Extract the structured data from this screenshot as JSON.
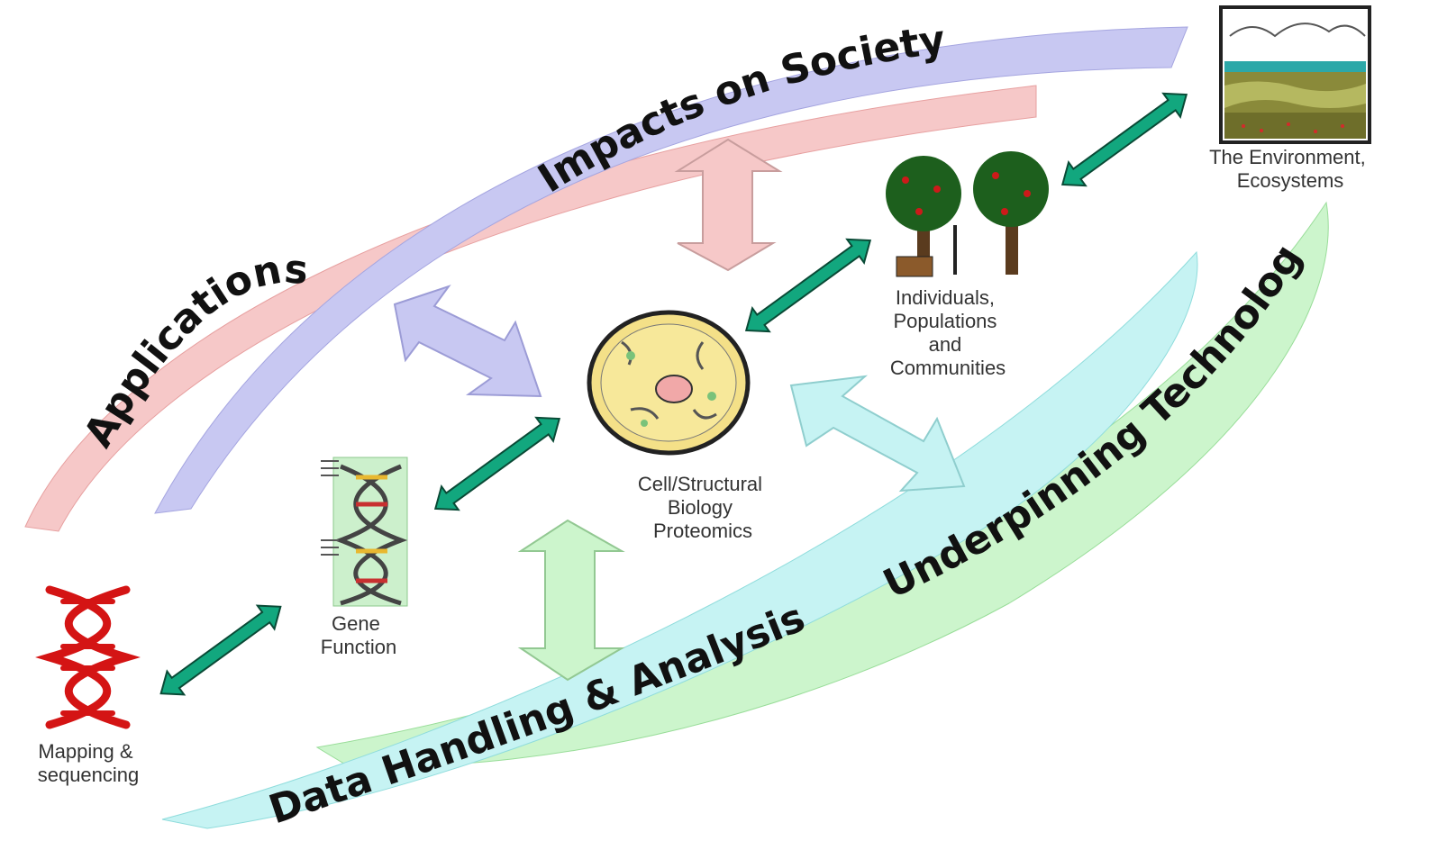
{
  "bands": {
    "applications": "Applications",
    "impacts": "Impacts on Society",
    "underpinning": "Underpinning Technologies",
    "data_handling": "Data Handling & Analysis"
  },
  "nodes": {
    "mapping": [
      "Mapping &",
      "sequencing"
    ],
    "gene": [
      "Gene",
      "Function"
    ],
    "cell": [
      "Cell/Structural",
      "Biology",
      "Proteomics"
    ],
    "individuals": [
      "Individuals,",
      "Populations",
      "and",
      "Communities"
    ],
    "environment": [
      "The Environment,",
      "Ecosystems"
    ]
  },
  "colors": {
    "applications_band": "#f6c8c8",
    "impacts_band": "#c8c8f2",
    "underpinning_band": "#ccf5cc",
    "data_band": "#c6f3f3",
    "link_arrow": "#12a77e",
    "dna_red": "#d41414"
  }
}
